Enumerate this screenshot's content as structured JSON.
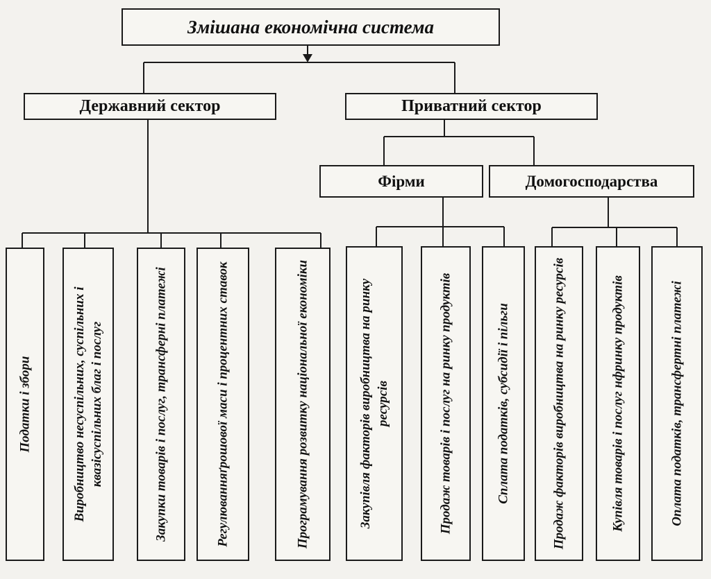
{
  "diagram": {
    "title": "Змішана економічна система",
    "public_sector": {
      "label": "Державний сектор",
      "functions": [
        "Податки і збори",
        "Виробництво несуспільних, суспільних і квазісуспільних благ і послуг",
        "Закупки товарів і послуг, трансферні платежі",
        "Регулюванняґрошової маси і процентних  ставок",
        "Програмування розвитку національної економіки"
      ]
    },
    "private_sector": {
      "label": "Приватний сектор",
      "firms": {
        "label": "Фірми",
        "functions": [
          "Закупівля факторів виробництва на ринку ресурсів",
          "Продаж товарів і послуг на ринку продуктів",
          "Сплата податків, субсидії і пільги"
        ]
      },
      "households": {
        "label": "Домогосподарства",
        "functions": [
          "Продаж факторів виробництва на ринку ресурсів",
          "Купівля товарів і послуг нфринку продуктів",
          "Оплата податків, трансфертні платежі"
        ]
      }
    }
  }
}
